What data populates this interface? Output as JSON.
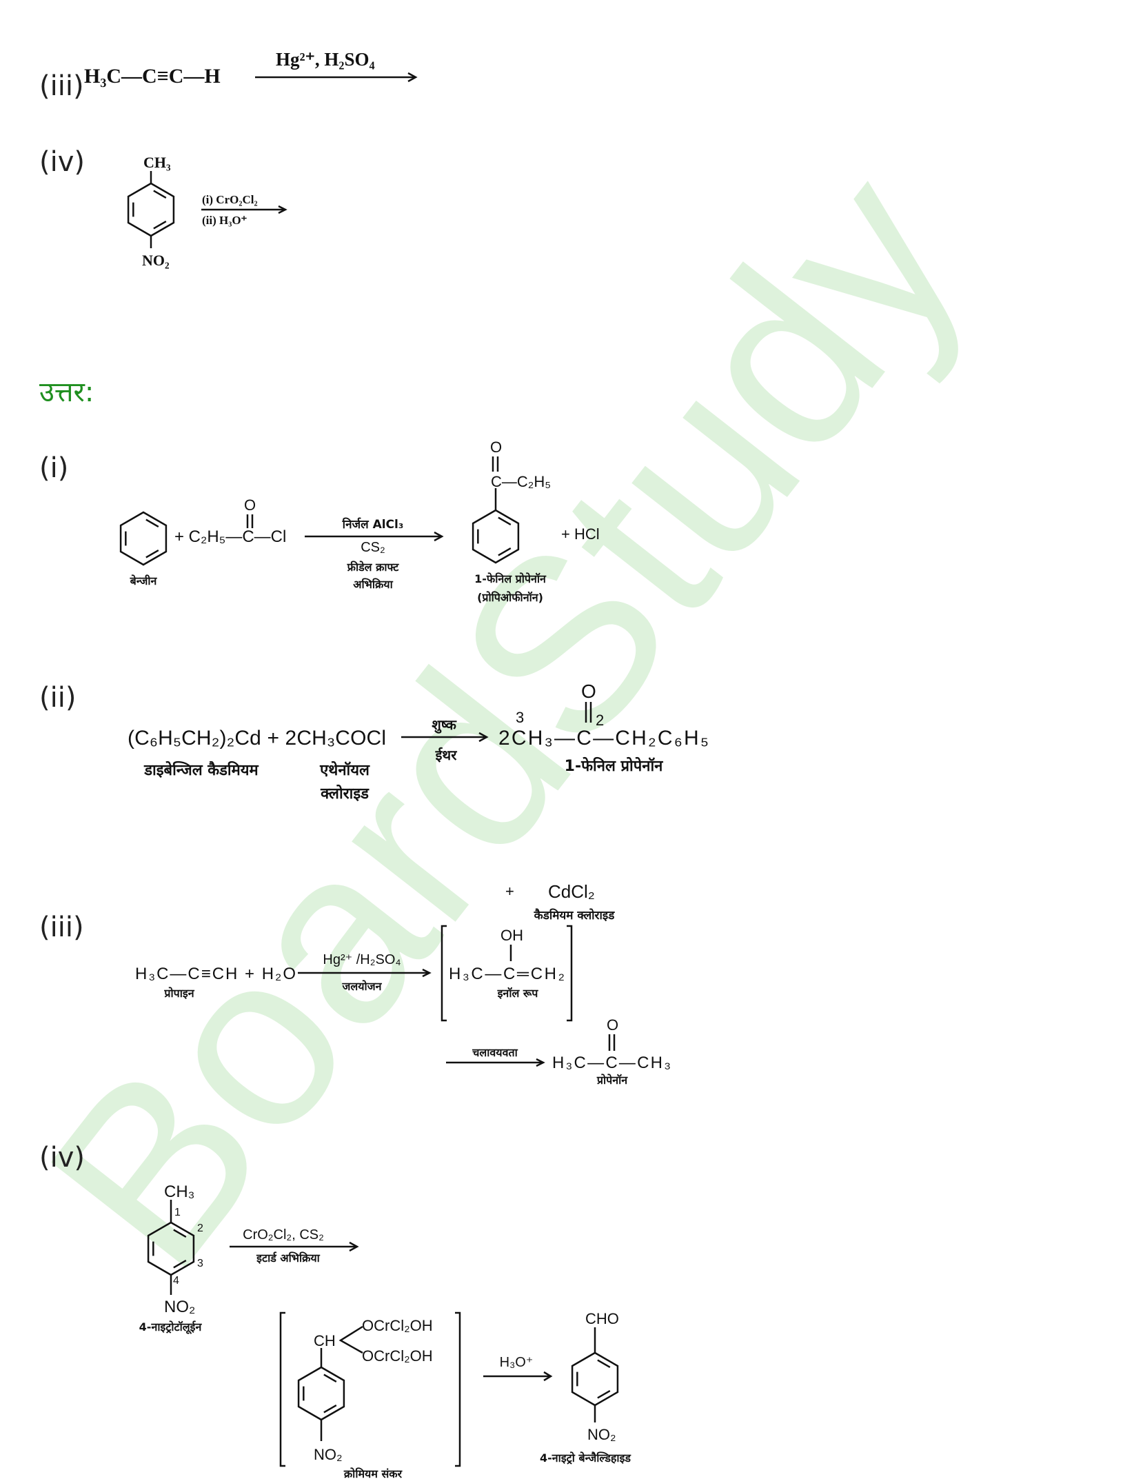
{
  "watermark": "BoardStudy",
  "colors": {
    "answer_label": "#1f8f1f",
    "watermark": "#def2dc"
  },
  "question": {
    "iii": {
      "label": "(iii)",
      "reactant": "H₃C—C≡C—H",
      "reagent": "Hg²⁺, H₂SO₄"
    },
    "iv": {
      "label": "(iv)",
      "substituent_top": "CH₃",
      "substituent_bottom": "NO₂",
      "reagent_1": "(i) CrO₂Cl₂",
      "reagent_2": "(ii) H₃O⁺"
    }
  },
  "answer_heading": "उत्तर:",
  "answer": {
    "i": {
      "label": "(i)",
      "reactant1_name": "बेन्जीन",
      "plus_acyl": "+ C₂H₅—C—Cl",
      "oxygen": "O",
      "reagent_1": "निर्जल AlCl₃",
      "reagent_2": "CS₂",
      "reagent_3": "फ्रीडेल क्राफ्ट",
      "reagent_4": "अभिक्रिया",
      "product_group": "C—C₂H₅",
      "product_oxygen": "O",
      "product_name": "1-फेनिल प्रोपेनॉन",
      "product_alt_name": "(प्रोपिओफीनॉन)",
      "byproduct": "+  HCl"
    },
    "ii": {
      "label": "(ii)",
      "reactants": "(C₆H₅CH₂)₂Cd + 2CH₃COCl",
      "reactant1_name": "डाइबेन्जिल कैडमियम",
      "reactant2_name_1": "एथेनॉयल",
      "reactant2_name_2": "क्लोराइड",
      "reagent_top": "शुष्क",
      "reagent_bottom": "ईथर",
      "product": "2CH₃—C—CH₂C₆H₅",
      "carbon_3": "3",
      "carbon_2": "2",
      "oxygen": "O",
      "product_name": "1-फेनिल प्रोपेनॉन",
      "byproduct_plus": "+",
      "byproduct": "CdCl₂",
      "byproduct_name": "कैडमियम क्लोराइड"
    },
    "iii": {
      "label": "(iii)",
      "reactants": "H₃C—C≡CH + H₂O",
      "reactant_name": "प्रोपाइन",
      "reagent_top": "Hg²⁺ /H₂SO₄",
      "reagent_bottom": "जलयोजन",
      "enol": "H₃C—C═CH₂",
      "enol_oh": "OH",
      "enol_name": "इनॉल रूप",
      "step2": "चलावयवता",
      "product": "H₃C—C—CH₃",
      "product_oxygen": "O",
      "product_name": "प्रोपेनॉन"
    },
    "iv": {
      "label": "(iv)",
      "substituent_top": "CH₃",
      "substituent_bottom": "NO₂",
      "positions": [
        "1",
        "2",
        "3",
        "4"
      ],
      "reactant_name": "4-नाइट्रोटॉलूईन",
      "reagent_top": "CrO₂Cl₂, CS₂",
      "reagent_bottom": "इटार्ड अभिक्रिया",
      "complex_ch": "CH",
      "complex_group_1": "OCrCl₂OH",
      "complex_group_2": "OCrCl₂OH",
      "complex_bottom": "NO₂",
      "complex_name": "क्रोमियम संकर",
      "reagent_2": "H₃O⁺",
      "product_top": "CHO",
      "product_bottom": "NO₂",
      "product_name": "4-नाइट्रो बेन्जैल्डिहाइड"
    }
  }
}
